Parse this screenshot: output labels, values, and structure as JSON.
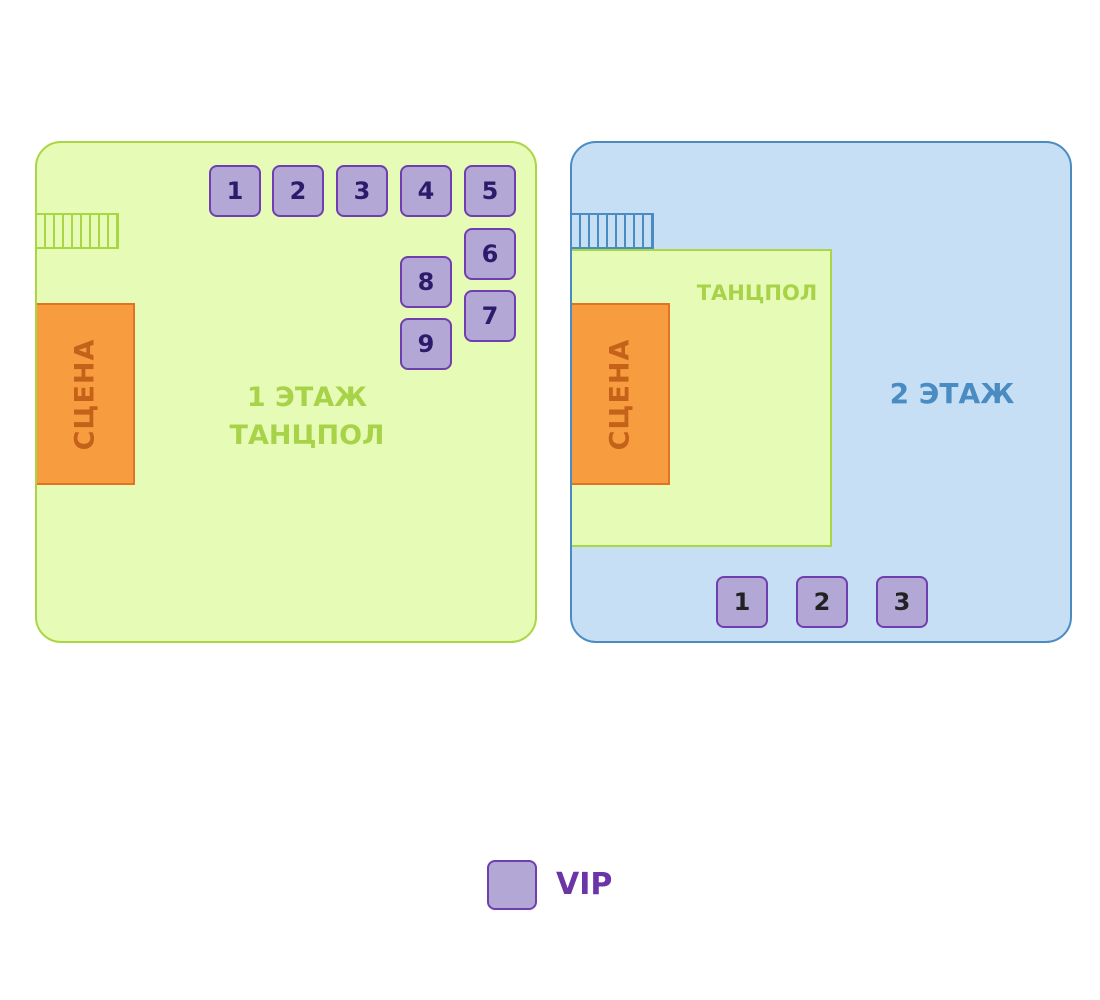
{
  "floor1": {
    "stage_label": "СЦЕНА",
    "title_line1": "1 ЭТАЖ",
    "title_line2": "ТАНЦПОЛ",
    "tables": [
      "1",
      "2",
      "3",
      "4",
      "5",
      "6",
      "7",
      "8",
      "9"
    ]
  },
  "floor2": {
    "stage_label": "СЦЕНА",
    "dancefloor_label": "ТАНЦПОЛ",
    "title": "2 ЭТАЖ",
    "tables": [
      "1",
      "2",
      "3"
    ]
  },
  "legend": {
    "label": "VIP"
  },
  "colors": {
    "floor1_fill": "#e6fbb6",
    "floor2_fill": "#c6dff5",
    "stage_fill": "#f89d3f",
    "vip_fill": "#b3a7d6",
    "vip_border": "#6f3fb0"
  }
}
